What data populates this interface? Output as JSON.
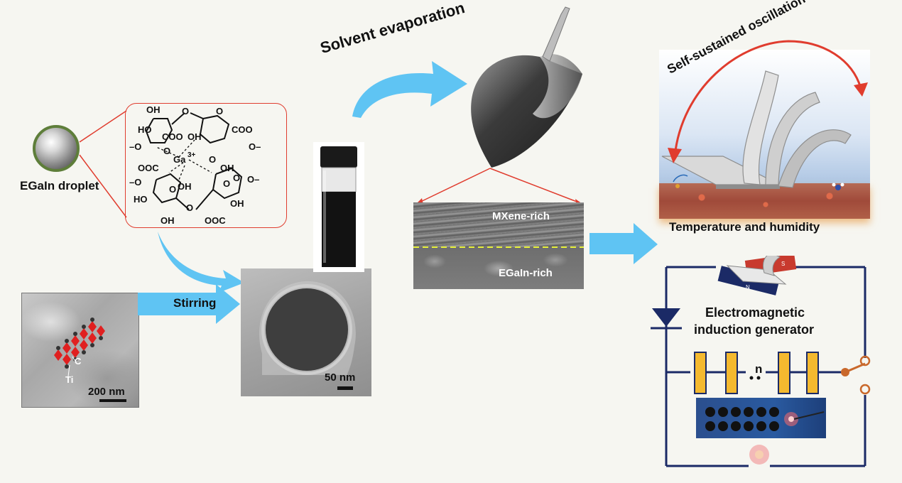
{
  "labels": {
    "egain_droplet": "EGaIn droplet",
    "stirring": "Stirring",
    "solvent_evaporation": "Solvent evaporation",
    "self_sustained_oscillation": "Self-sustained oscillation",
    "mxene_rich": "MXene-rich",
    "egain_rich": "EGaIn-rich",
    "temperature_humidity": "Temperature and humidity",
    "generator_line1": "Electromagnetic",
    "generator_line2": "induction generator",
    "scale_200": "200 nm",
    "scale_50": "50 nm",
    "atom_c": "C",
    "atom_ti": "Ti",
    "n_label": "n",
    "magnet_s": "S",
    "magnet_n": "N"
  },
  "chemistry": {
    "oh_top": "OH",
    "ho_left": "HO",
    "coo_center": "COO",
    "oh_center": "OH",
    "coo_right": "COO",
    "o_dash_left": "–O",
    "o_dash_right": "O–",
    "o_left": "O",
    "o_mid": "O",
    "ga": "Ga",
    "ga_charge": "3+",
    "ooc_left": "OOC",
    "oh_lower_left": "OH",
    "ho_lower": "HO",
    "o_lower_right": "O",
    "oh_lower_right": "OH",
    "oh_bottom": "OH",
    "ooc_bottom": "OOC",
    "o_bottom_mid": "O",
    "o_ring_top1": "O",
    "o_ring_top2": "O",
    "o_ring_top3": "O",
    "o_ring_low1": "O",
    "o_ring_low2": "O",
    "o_dash_lower_left": "–O",
    "o_dash_lower_right": "O–",
    "minus": "-"
  },
  "colors": {
    "arrow_blue": "#5fc4f3",
    "callout_red": "#e03c2e",
    "circuit_navy": "#1b2a66",
    "capacitor_gold": "#f4b92f",
    "switch_brown": "#c9682b"
  }
}
